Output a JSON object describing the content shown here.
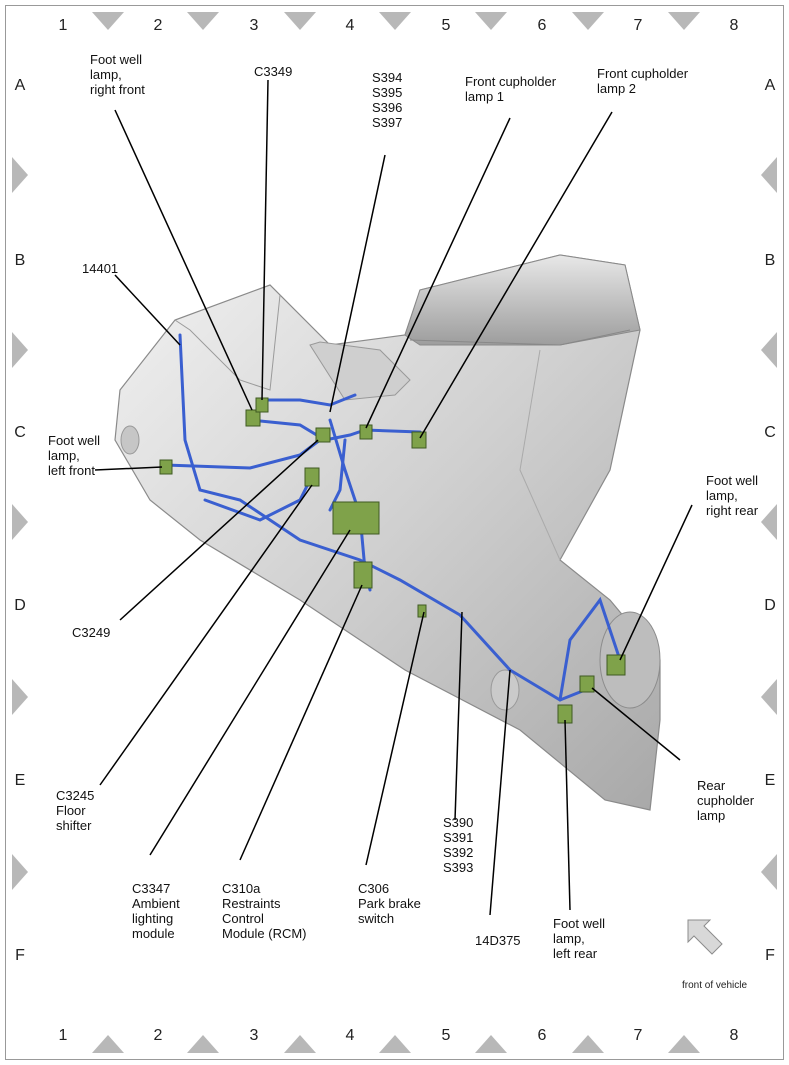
{
  "grid": {
    "columns": [
      "1",
      "2",
      "3",
      "4",
      "5",
      "6",
      "7",
      "8"
    ],
    "rows": [
      "A",
      "B",
      "C",
      "D",
      "E",
      "F"
    ]
  },
  "labels": [
    {
      "id": "foot-well-right-front",
      "lines": [
        "Foot well",
        "lamp,",
        "right front"
      ]
    },
    {
      "id": "c3349",
      "lines": [
        "C3349"
      ]
    },
    {
      "id": "s394",
      "lines": [
        "S394",
        "S395",
        "S396",
        "S397"
      ]
    },
    {
      "id": "front-cupholder-1",
      "lines": [
        "Front cupholder",
        "lamp 1"
      ]
    },
    {
      "id": "front-cupholder-2",
      "lines": [
        "Front cupholder",
        "lamp 2"
      ]
    },
    {
      "id": "14401",
      "lines": [
        "14401"
      ]
    },
    {
      "id": "foot-well-left-front",
      "lines": [
        "Foot well",
        "lamp,",
        "left front"
      ]
    },
    {
      "id": "foot-well-right-rear",
      "lines": [
        "Foot well",
        "lamp,",
        "right rear"
      ]
    },
    {
      "id": "c3249",
      "lines": [
        "C3249"
      ]
    },
    {
      "id": "c3245",
      "lines": [
        "C3245",
        "Floor",
        "shifter"
      ]
    },
    {
      "id": "rear-cupholder",
      "lines": [
        "Rear",
        "cupholder",
        "lamp"
      ]
    },
    {
      "id": "c3347",
      "lines": [
        "C3347",
        "Ambient",
        "lighting",
        "module"
      ]
    },
    {
      "id": "c310a",
      "lines": [
        "C310a",
        "Restraints",
        "Control",
        "Module (RCM)"
      ]
    },
    {
      "id": "c306",
      "lines": [
        "C306",
        "Park brake",
        "switch"
      ]
    },
    {
      "id": "s390",
      "lines": [
        "S390",
        "S391",
        "S392",
        "S393"
      ]
    },
    {
      "id": "14d375",
      "lines": [
        "14D375"
      ]
    },
    {
      "id": "foot-well-left-rear",
      "lines": [
        "Foot well",
        "lamp,",
        "left rear"
      ]
    }
  ],
  "front_of_vehicle": "front of vehicle",
  "colors": {
    "harness": "#3a5fd0",
    "connector": "#7fa24a",
    "console": "#d4d4d4",
    "marker": "#b8b8b8"
  }
}
